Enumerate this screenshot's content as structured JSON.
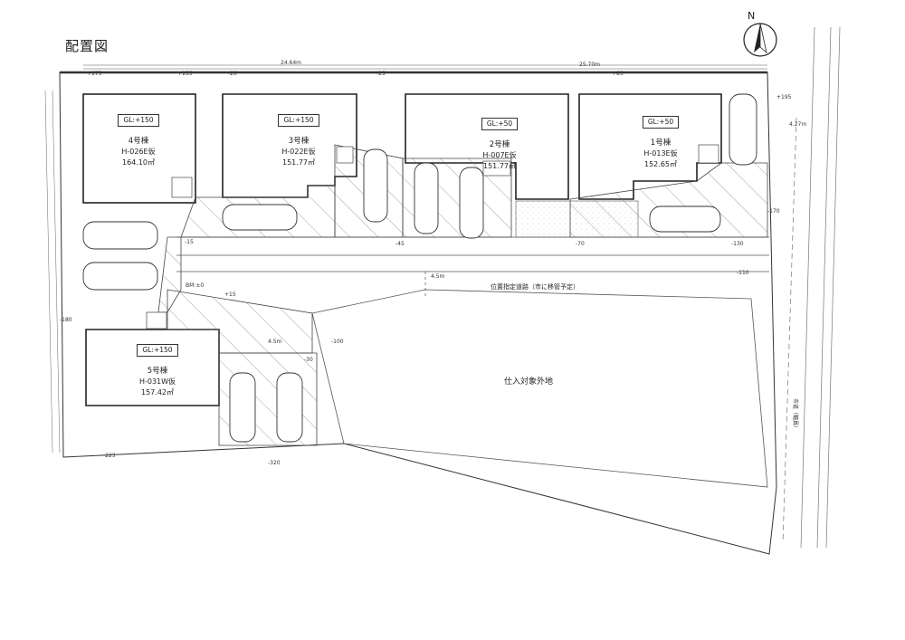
{
  "title": "配置図",
  "north_label": "N",
  "houses": [
    {
      "id": "4",
      "gl": "GL:+150",
      "name": "4号棟",
      "model": "H-026E仮",
      "area": "164.10㎡"
    },
    {
      "id": "3",
      "gl": "GL:+150",
      "name": "3号棟",
      "model": "H-022E仮",
      "area": "151.77㎡"
    },
    {
      "id": "2",
      "gl": "GL:+50",
      "name": "2号棟",
      "model": "H-007E仮",
      "area": "151.77㎡"
    },
    {
      "id": "1",
      "gl": "GL:+50",
      "name": "1号棟",
      "model": "H-013E仮",
      "area": "152.65㎡"
    },
    {
      "id": "5",
      "gl": "GL:+150",
      "name": "5号棟",
      "model": "H-031W仮",
      "area": "157.42㎡"
    }
  ],
  "road_label": "位置指定道路（市に移管予定）",
  "outside_label": "仕入対象外地",
  "dimensions": {
    "top_total_1": "24.64m",
    "top_total_2": "25.70m",
    "road_width": "4.5m",
    "bottom_width": "4.5m",
    "right_distance": "4.27m"
  },
  "levels": [
    "+175",
    "+155",
    "-20",
    "-25",
    "+85",
    "+195",
    "-170",
    "-130",
    "-110",
    "-100",
    "-70",
    "-45",
    "-15",
    "+15",
    "-180",
    "-223",
    "-320",
    "-30"
  ],
  "bm_label": "BM:±0",
  "road_name": "市道（幅員）"
}
